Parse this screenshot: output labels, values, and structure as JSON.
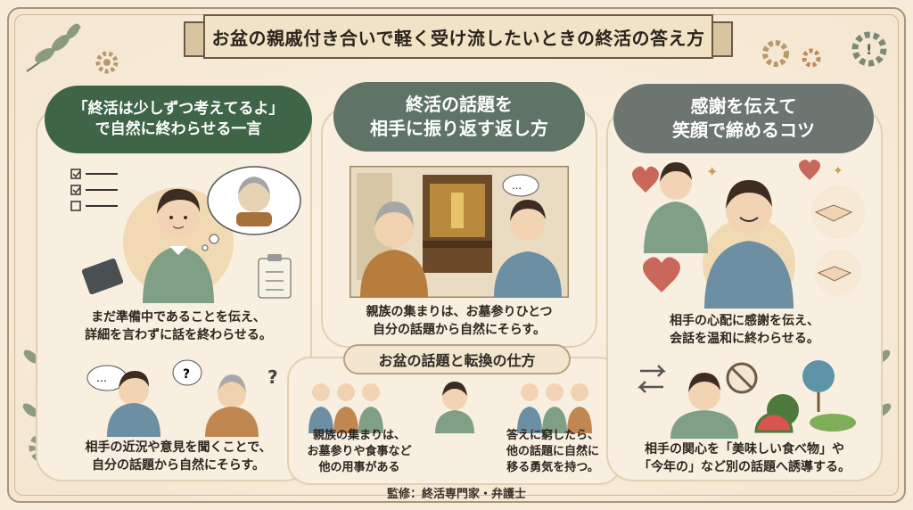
{
  "title": "お盆の親戚付き合いで軽く受け流したいときの終活の答え方",
  "sections": [
    {
      "heading_line1": "「終活は少しずつ考えてるよ」",
      "heading_line2": "で自然に終わらせる一言",
      "color": "#3f6548",
      "caption1_line1": "まだ準備中であることを伝え、",
      "caption1_line2": "詳細を言わずに話を終わらせる。",
      "caption2_line1": "相手の近況や意見を聞くことで、",
      "caption2_line2": "自分の話題から自然にそらす。"
    },
    {
      "heading_line1": "終活の話題を",
      "heading_line2": "相手に振り返す返し方",
      "color": "#5f7466",
      "caption1_line1": "親族の集まりは、お墓参りひとつ",
      "caption1_line2": "自分の話題から自然にそらす。",
      "sub_heading": "お盆の話題と転換の仕方",
      "sub_left_line1": "親族の集まりは、",
      "sub_left_line2": "お墓参りや食事など",
      "sub_left_line3": "他の用事がある",
      "sub_right_line1": "答えに窮したら、",
      "sub_right_line2": "他の話題に自然に",
      "sub_right_line3": "移る勇気を持つ。"
    },
    {
      "heading_line1": "感謝を伝えて",
      "heading_line2": "笑顔で締めるコツ",
      "color": "#6c7570",
      "caption1_line1": "相手の心配に感謝を伝え、",
      "caption1_line2": "会話を温和に終わらせる。",
      "caption2_line1": "相手の関心を「美味しい食べ物」や",
      "caption2_line2": "「今年の」など別の話題へ誘導する。"
    }
  ],
  "footer": "監修：終活専門家・弁護士",
  "icons": [
    "checklist-icon",
    "thought-bubble-icon",
    "book-icon",
    "clipboard-icon",
    "speech-bubble-icon",
    "question-mark-icon",
    "heart-icon",
    "handshake-icon",
    "prohibit-icon",
    "arrows-icon",
    "fan-icon",
    "watermelon-icon",
    "gear-icon",
    "leaf-icon"
  ]
}
